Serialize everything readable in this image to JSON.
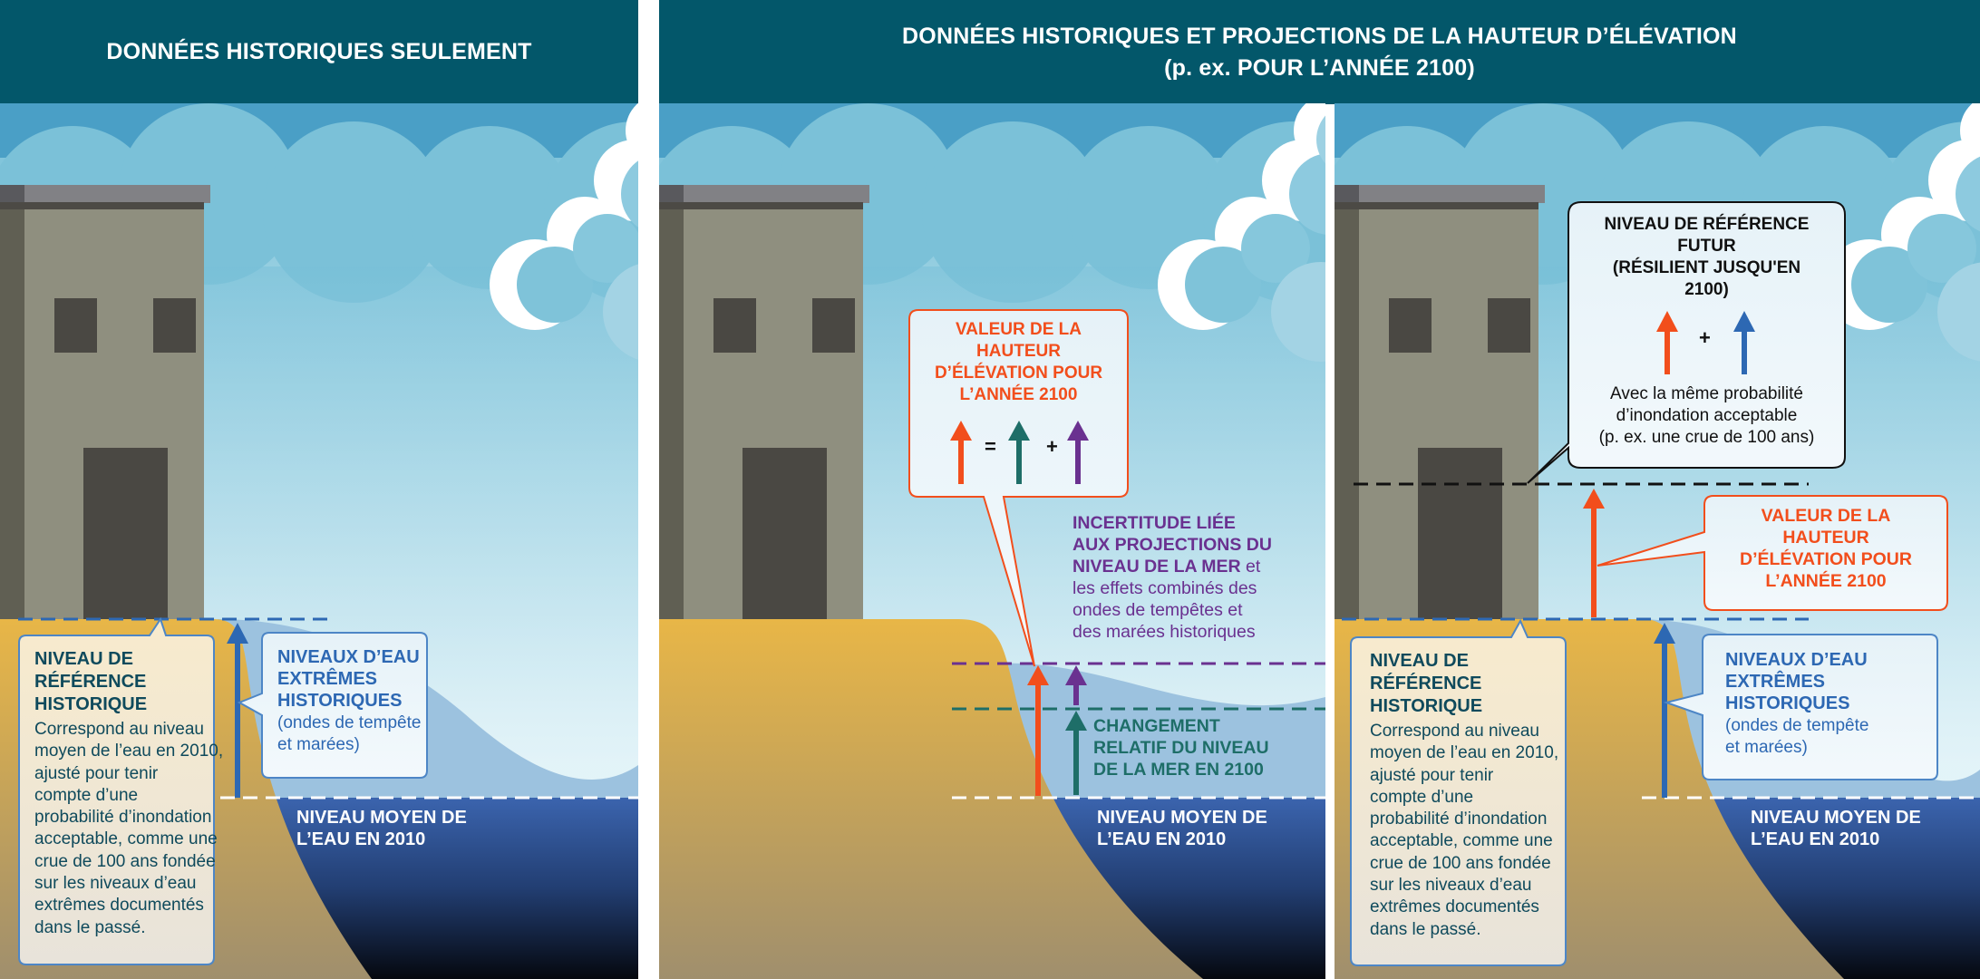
{
  "headers": {
    "left": "DONNÉES HISTORIQUES SEULEMENT",
    "right": [
      "DONNÉES HISTORIQUES ET PROJECTIONS DE LA HAUTEUR D’ÉLÉVATION",
      "(p. ex. POUR L’ANNÉE 2100)"
    ]
  },
  "panel1": {
    "reference": {
      "title": [
        "NIVEAU DE",
        "RÉFÉRENCE",
        "HISTORIQUE"
      ],
      "body": [
        "Correspond au niveau",
        "moyen de l’eau en 2010,",
        "ajusté pour tenir",
        "compte d’une",
        "probabilité d’inondation",
        "acceptable, comme une",
        "crue de 100 ans fondée",
        "sur les niveaux d’eau",
        "extrêmes documentés",
        "dans le passé."
      ]
    },
    "extremes": {
      "title": [
        "NIVEAUX D’EAU",
        "EXTRÊMES",
        "HISTORIQUES"
      ],
      "body": [
        "(ondes de tempête",
        "et marées)"
      ]
    },
    "mean_water": [
      "NIVEAU MOYEN DE",
      "L’EAU EN 2010"
    ]
  },
  "panel2": {
    "elevation_box": {
      "title": [
        "VALEUR DE LA",
        "HAUTEUR",
        "D’ÉLÉVATION POUR",
        "L’ANNÉE 2100"
      ],
      "equals": "=",
      "plus": "+"
    },
    "uncertainty": {
      "bold": [
        "INCERTITUDE LIÉE",
        "AUX PROJECTIONS DU",
        "NIVEAU DE LA MER"
      ],
      "bold_tail": " et",
      "body": [
        "les effets combinés des",
        "ondes de tempêtes et",
        "des marées historiques"
      ]
    },
    "change": [
      "CHANGEMENT",
      "RELATIF DU NIVEAU",
      "DE LA MER EN 2100"
    ],
    "mean_water": [
      "NIVEAU MOYEN DE",
      "L’EAU EN 2010"
    ]
  },
  "panel3": {
    "future": {
      "title": [
        "NIVEAU DE RÉFÉRENCE",
        "FUTUR",
        "(RÉSILIENT JUSQU'EN",
        "2100)"
      ],
      "plus": "+",
      "body": [
        "Avec la même probabilité",
        "d’inondation acceptable",
        "(p. ex. une crue de 100 ans)"
      ]
    },
    "elevation_box": {
      "title": [
        "VALEUR DE LA",
        "HAUTEUR",
        "D’ÉLÉVATION POUR",
        "L’ANNÉE 2100"
      ]
    },
    "reference": {
      "title": [
        "NIVEAU DE",
        "RÉFÉRENCE",
        "HISTORIQUE"
      ],
      "body": [
        "Correspond au niveau",
        "moyen de l’eau en 2010,",
        "ajusté pour tenir",
        "compte d’une",
        "probabilité d’inondation",
        "acceptable, comme une",
        "crue de 100 ans fondée",
        "sur les niveaux d’eau",
        "extrêmes documentés",
        "dans le passé."
      ]
    },
    "extremes": {
      "title": [
        "NIVEAUX D’EAU",
        "EXTRÊMES",
        "HISTORIQUES"
      ],
      "body": [
        "(ondes de tempête",
        "et marées)"
      ]
    },
    "mean_water": [
      "NIVEAU MOYEN DE",
      "L’EAU EN 2010"
    ]
  },
  "colors": {
    "header": "#03576a",
    "elevation": "#f24e1c",
    "sea_level_change": "#1e6e68",
    "uncertainty": "#6a3190",
    "historic_extremes": "#2d68b3"
  }
}
